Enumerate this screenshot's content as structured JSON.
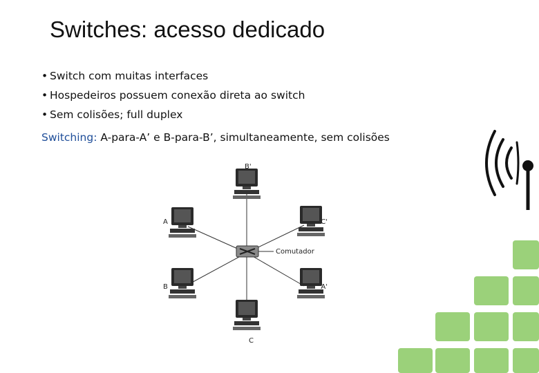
{
  "slide": {
    "title": "Switches: acesso dedicado",
    "bullets": [
      "Switch com muitas interfaces",
      "Hospedeiros possuem conexão direta ao switch",
      "Sem colisões; full duplex"
    ],
    "switching_label": "Switching:",
    "switching_text": " A-para-A’ e B-para-B’, simultaneamente, sem colisões"
  },
  "diagram": {
    "hosts": [
      "B'",
      "A",
      "C'",
      "B",
      "A'",
      "C"
    ],
    "switch_label": "Comutador"
  },
  "colors": {
    "accent_green": "#9bd17a",
    "keyword_blue": "#1f4e99"
  },
  "icons": [
    "wireless-signal-icon",
    "computer-icon",
    "switch-icon"
  ]
}
